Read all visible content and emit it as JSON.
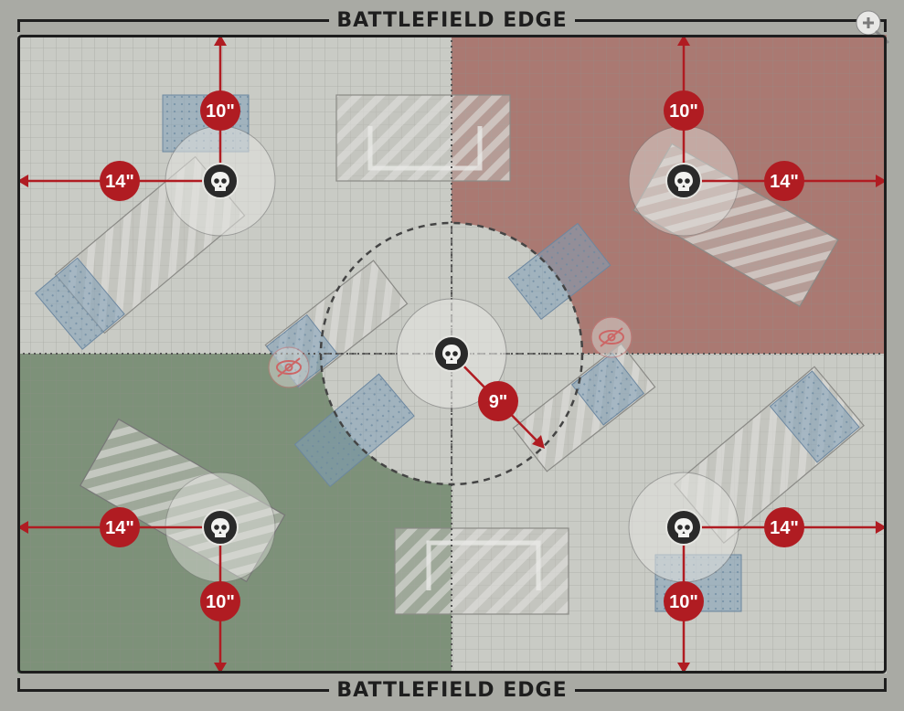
{
  "edges": {
    "top_label": "BATTLEFIELD EDGE",
    "bottom_label": "BATTLEFIELD EDGE"
  },
  "colors": {
    "background": "#a9aaa4",
    "board": "#c9cbc5",
    "grid": "#8d8f8a",
    "red_zone": "#a56b63",
    "green_zone": "#70876b",
    "marker_red": "#b01c22",
    "terrain_blue": "#7f9eb7",
    "border": "#1e1e1e"
  },
  "objectives": [
    {
      "id": "top-left",
      "icon": "skull-icon"
    },
    {
      "id": "top-right",
      "icon": "skull-icon"
    },
    {
      "id": "center",
      "icon": "skull-icon"
    },
    {
      "id": "bottom-left",
      "icon": "skull-icon"
    },
    {
      "id": "bottom-right",
      "icon": "skull-icon"
    }
  ],
  "measurements": {
    "tl_vertical": "10\"",
    "tl_horizontal": "14\"",
    "tr_vertical": "10\"",
    "tr_horizontal": "14\"",
    "bl_vertical": "10\"",
    "bl_horizontal": "14\"",
    "br_vertical": "10\"",
    "br_horizontal": "14\"",
    "center_radius": "9\""
  },
  "icons": {
    "zoom": "zoom-in-icon",
    "line_of_sight": "eye-obscured-icon"
  }
}
